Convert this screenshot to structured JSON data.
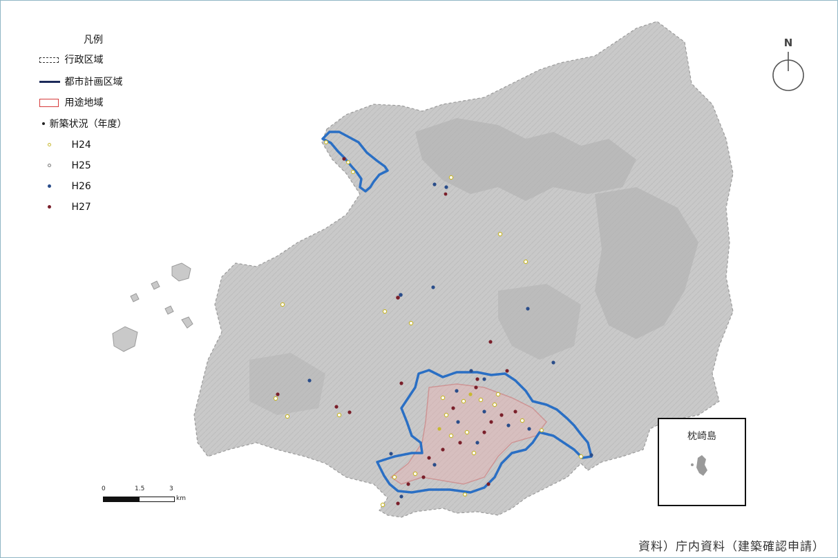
{
  "legend": {
    "title": "凡例",
    "items": [
      {
        "symbol": "admin-boundary",
        "label": "行政区域"
      },
      {
        "symbol": "city-planning-line",
        "label": "都市計画区域"
      },
      {
        "symbol": "land-use-zone",
        "label": "用途地域"
      },
      {
        "symbol": "small-dot",
        "label": "新築状況（年度）"
      },
      {
        "symbol": "ring-yellow",
        "label": "H24"
      },
      {
        "symbol": "ring-white",
        "label": "H25"
      },
      {
        "symbol": "dot-navy",
        "label": "H26"
      },
      {
        "symbol": "dot-maroon",
        "label": "H27"
      }
    ]
  },
  "north_arrow": {
    "label": "N"
  },
  "inset": {
    "label": "枕崎島"
  },
  "scale_bar": {
    "ticks": [
      "0",
      "1.5",
      "3"
    ],
    "unit": "km"
  },
  "source": "資料）庁内資料（建築確認申請）",
  "colors": {
    "land": "#c9c9c9",
    "land_dark": "#a9a9a9",
    "city_planning": "#2a6fc4",
    "land_use": "#d65a5a",
    "h24": "#c8b830",
    "h25": "#ffffff",
    "h26": "#2a4d8a",
    "h27": "#7a1f2a"
  }
}
